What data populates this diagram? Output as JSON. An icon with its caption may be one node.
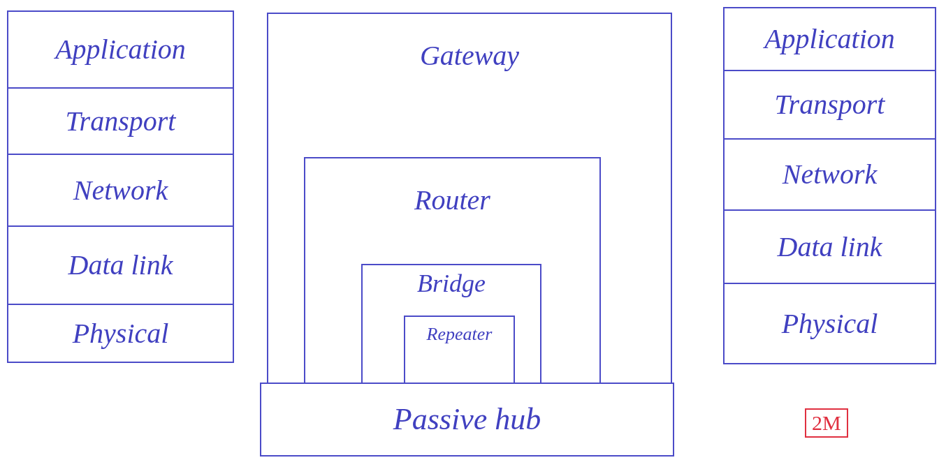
{
  "diagram": {
    "nodes": [
      {
        "text": [
          "Application"
        ]
      },
      {
        "text": [
          "Transport"
        ]
      },
      {
        "text": [
          "Network"
        ]
      },
      {
        "text": [
          "Data link"
        ]
      },
      {
        "text": [
          "Physical"
        ]
      },
      {
        "text": [
          "Gateway"
        ]
      },
      {
        "text": [
          "Router"
        ],
        "in": 5
      },
      {
        "text": [
          "Bridge"
        ],
        "in": 6
      },
      {
        "text": [
          "Repeater"
        ],
        "in": 7
      },
      {
        "text": [
          "Passive hub"
        ]
      },
      {
        "text": [
          "Application"
        ]
      },
      {
        "text": [
          "Transport"
        ]
      },
      {
        "text": [
          "Network"
        ]
      },
      {
        "text": [
          "Data link"
        ]
      },
      {
        "text": [
          "Physical"
        ]
      }
    ],
    "edges": [],
    "labels": [
      "2M"
    ]
  }
}
